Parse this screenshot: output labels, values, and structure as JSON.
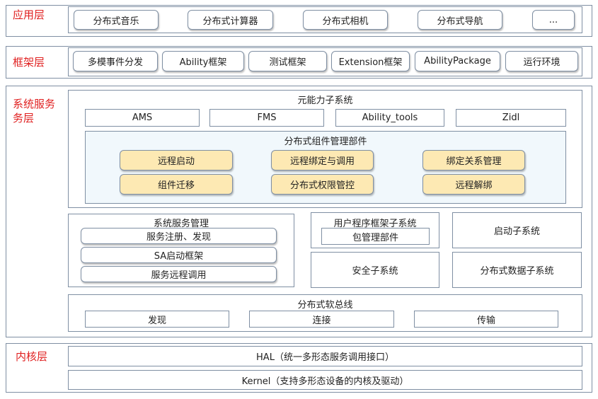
{
  "app_layer": {
    "label": "应用层",
    "items": [
      "分布式音乐",
      "分布式计算器",
      "分布式相机",
      "分布式导航",
      "..."
    ]
  },
  "framework_layer": {
    "label": "框架层",
    "items": [
      "多模事件分发",
      "Ability框架",
      "测试框架",
      "Extension框架",
      "AbilityPackage",
      "运行环境"
    ]
  },
  "system_service_layer": {
    "label_line1": "系统服务",
    "label_line2": "务层",
    "meta_capability": {
      "title": "元能力子系统",
      "items": [
        "AMS",
        "FMS",
        "Ability_tools",
        "Zidl"
      ],
      "distributed_component": {
        "title": "分布式组件管理部件",
        "items": [
          "远程启动",
          "远程绑定与调用",
          "绑定关系管理",
          "组件迁移",
          "分布式权限管控",
          "远程解绑"
        ]
      }
    },
    "system_service_mgmt": {
      "title": "系统服务管理",
      "items": [
        "服务注册、发现",
        "SA启动框架",
        "服务远程调用"
      ]
    },
    "user_program_framework": {
      "title": "用户程序框架子系统",
      "item": "包管理部件"
    },
    "startup_subsystem": "启动子系统",
    "security_subsystem": "安全子系统",
    "distributed_data_subsystem": "分布式数据子系统",
    "soft_bus": {
      "title": "分布式软总线",
      "items": [
        "发现",
        "连接",
        "传输"
      ]
    }
  },
  "kernel_layer": {
    "label": "内核层",
    "hal": "HAL（统一多形态服务调用接口）",
    "kernel": "Kernel（支持多形态设备的内核及驱动）"
  },
  "colors": {
    "layer_label": "#e02020",
    "border": "#7f8fa3",
    "highlight_panel": "#f1f8fc",
    "gold_pill": "#fde9b3"
  }
}
